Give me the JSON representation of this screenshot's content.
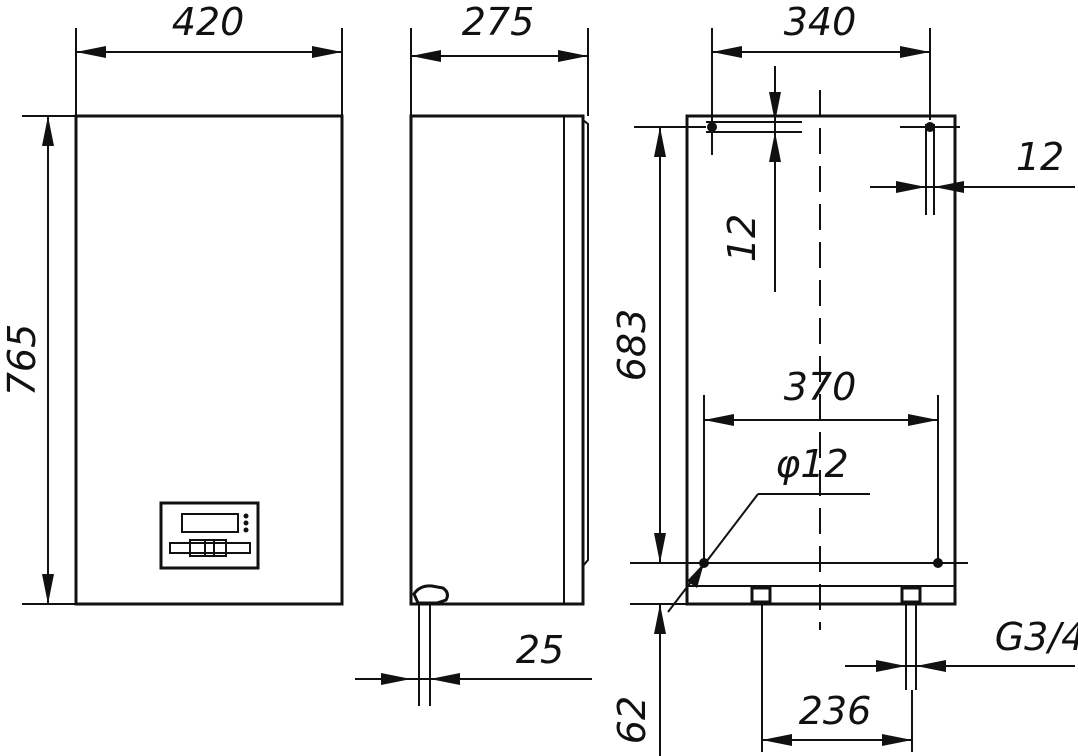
{
  "dimensions": {
    "front_width": "420",
    "front_height": "765",
    "side_depth": "275",
    "side_offset": "25",
    "rear_mount_width": "340",
    "rear_hole_offset_right": "12",
    "rear_hole_offset_top": "12",
    "rear_mount_height": "683",
    "rear_lower_width": "370",
    "hole_diameter": "φ12",
    "pipe_thread": "G3/4",
    "bottom_offset": "62",
    "pipe_spacing": "236"
  }
}
